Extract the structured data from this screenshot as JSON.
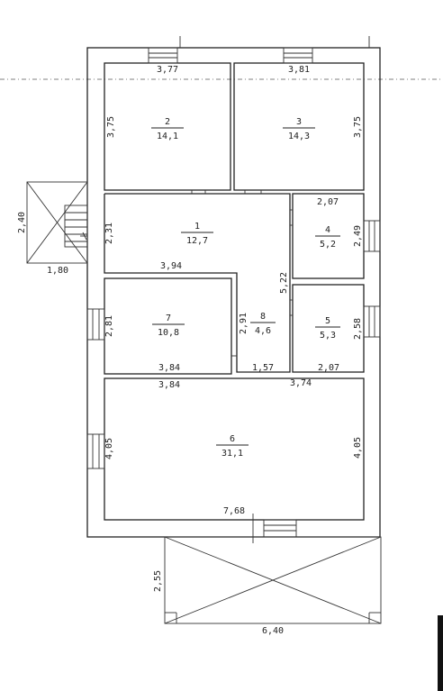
{
  "rooms": [
    {
      "id": "r1",
      "number": "1",
      "area": "12,7"
    },
    {
      "id": "r2",
      "number": "2",
      "area": "14,1"
    },
    {
      "id": "r3",
      "number": "3",
      "area": "14,3"
    },
    {
      "id": "r4",
      "number": "4",
      "area": "5,2"
    },
    {
      "id": "r5",
      "number": "5",
      "area": "5,3"
    },
    {
      "id": "r6",
      "number": "6",
      "area": "31,1"
    },
    {
      "id": "r7",
      "number": "7",
      "area": "10,8"
    },
    {
      "id": "r8",
      "number": "8",
      "area": "4,6"
    }
  ],
  "dimensions": {
    "room2_width": "3,77",
    "room3_width": "3,81",
    "room2_height": "3,75",
    "room3_height": "3,75",
    "porch_height": "2,40",
    "porch_width": "1,80",
    "room1_height": "2,31",
    "room1_width": "3,94",
    "room4_width": "2,07",
    "room4_height": "2,49",
    "hall_length": "5,22",
    "room7_height": "2,81",
    "room8_height": "2,91",
    "room5_height": "2,58",
    "room7_width": "3,84",
    "hall_width": "1,57",
    "room5_width": "2,07",
    "room6_width_left": "3,84",
    "room6_width_right": "3,74",
    "room6_height_left": "4,05",
    "room6_height_right": "4,05",
    "room6_width_total": "7,68",
    "terrace_height": "2,55",
    "terrace_width": "6,40"
  }
}
